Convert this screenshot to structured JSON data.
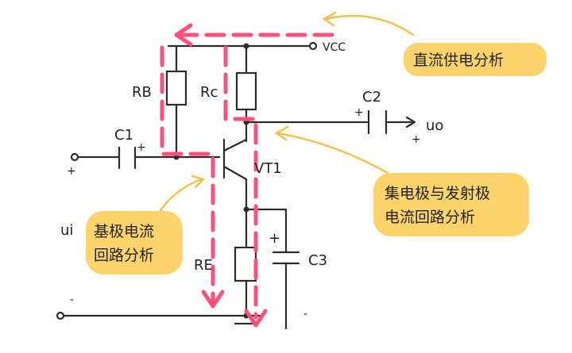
{
  "components": {
    "vcc": "VCC",
    "rb": "RB",
    "rc": "Rc",
    "c1": "C1",
    "c2": "C2",
    "c3": "C3",
    "re": "RE",
    "vt1": "VT1",
    "ui": "ui",
    "uo": "uo",
    "plus": "+",
    "minus": "-"
  },
  "notes": {
    "dc_supply": "直流供电分析",
    "ce_loop_line1": "集电极与发射极",
    "ce_loop_line2": "电流回路分析",
    "base_loop_line1": "基极电流",
    "base_loop_line2": "回路分析"
  },
  "colors": {
    "current_path": "#ff4f7b",
    "note_bubble": "#fcd46b",
    "wire": "#2b2b2b"
  }
}
